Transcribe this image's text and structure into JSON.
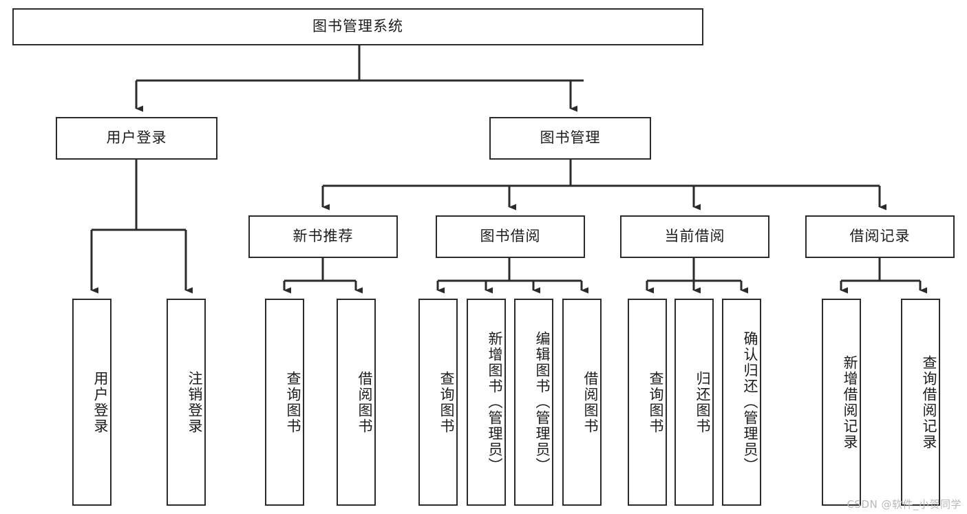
{
  "diagram": {
    "type": "hierarchy-tree",
    "title": "图书管理系统",
    "watermark": "CSDN @软件_小贺同学",
    "colors": {
      "stroke": "#2b2b2b",
      "fill": "#ffffff",
      "text": "#1c1c1c",
      "watermark": "#b9b9b9"
    },
    "nodes": {
      "root": "图书管理系统",
      "level2": [
        "用户登录",
        "图书管理"
      ],
      "level3": [
        "新书推荐",
        "图书借阅",
        "当前借阅",
        "借阅记录"
      ],
      "leaves_user_login": [
        "用户登录",
        "注销登录"
      ],
      "leaves_new_book": [
        "查询图书",
        "借阅图书"
      ],
      "leaves_book_borrow": [
        "查询图书",
        "新增图书（管理员）",
        "编辑图书（管理员）",
        "借阅图书"
      ],
      "leaves_current_borrow": [
        "查询图书",
        "归还图书",
        "确认归还（管理员）"
      ],
      "leaves_borrow_record": [
        "新增借阅记录",
        "查询借阅记录"
      ]
    },
    "edges": [
      {
        "from": "图书管理系统",
        "to": "用户登录"
      },
      {
        "from": "图书管理系统",
        "to": "图书管理"
      },
      {
        "from": "图书管理",
        "to": "新书推荐"
      },
      {
        "from": "图书管理",
        "to": "图书借阅"
      },
      {
        "from": "图书管理",
        "to": "当前借阅"
      },
      {
        "from": "图书管理",
        "to": "借阅记录"
      },
      {
        "from": "用户登录",
        "to": "用户登录"
      },
      {
        "from": "用户登录",
        "to": "注销登录"
      },
      {
        "from": "新书推荐",
        "to": "查询图书"
      },
      {
        "from": "新书推荐",
        "to": "借阅图书"
      },
      {
        "from": "图书借阅",
        "to": "查询图书"
      },
      {
        "from": "图书借阅",
        "to": "新增图书（管理员）"
      },
      {
        "from": "图书借阅",
        "to": "编辑图书（管理员）"
      },
      {
        "from": "图书借阅",
        "to": "借阅图书"
      },
      {
        "from": "当前借阅",
        "to": "查询图书"
      },
      {
        "from": "当前借阅",
        "to": "归还图书"
      },
      {
        "from": "当前借阅",
        "to": "确认归还（管理员）"
      },
      {
        "from": "借阅记录",
        "to": "新增借阅记录"
      },
      {
        "from": "借阅记录",
        "to": "查询借阅记录"
      }
    ]
  }
}
